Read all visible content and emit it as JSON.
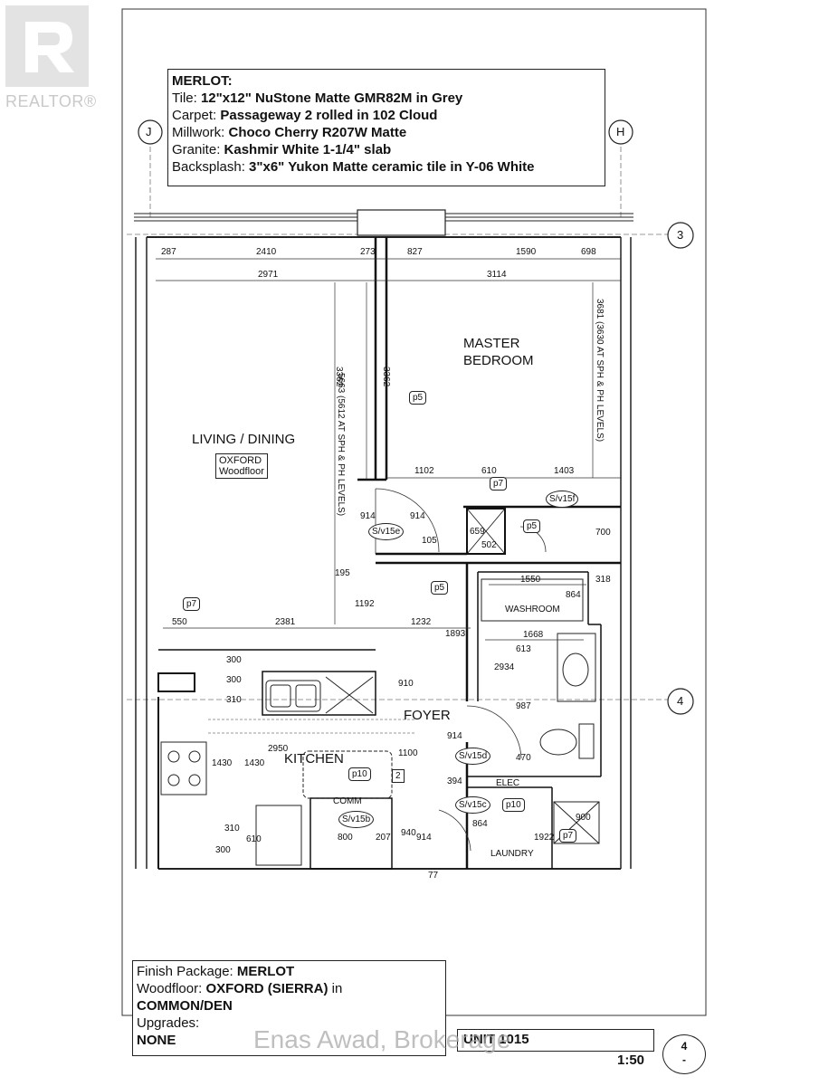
{
  "spec": {
    "title": "MERLOT:",
    "lines": [
      {
        "label": "Tile: ",
        "value": "12\"x12\" NuStone Matte GMR82M in Grey"
      },
      {
        "label": "Carpet: ",
        "value": "Passageway 2 rolled in 102 Cloud"
      },
      {
        "label": "Millwork: ",
        "value": "Choco Cherry R207W Matte"
      },
      {
        "label": "Granite: ",
        "value": "Kashmir White 1-1/4\" slab"
      },
      {
        "label": "Backsplash: ",
        "value": "3\"x6\" Yukon Matte ceramic tile in Y-06 White"
      }
    ]
  },
  "grid_markers": {
    "j": "J",
    "h": "H",
    "three": "3",
    "four": "4"
  },
  "rooms": {
    "master": [
      "MASTER",
      "BEDROOM"
    ],
    "living": "LIVING / DINING",
    "floor_note": [
      "OXFORD",
      "Woodfloor"
    ],
    "kitchen": "KITCHEN",
    "foyer": "FOYER",
    "washroom": "WASHROOM",
    "laundry": "LAUNDRY",
    "elec": "ELEC",
    "comm": "COMM"
  },
  "dimensions": {
    "top_row": [
      "287",
      "2410",
      "273",
      "827",
      "1590",
      "698"
    ],
    "second_row": [
      "2971",
      "3114"
    ],
    "vertical": [
      "3362",
      "3362",
      "5663 (5612 AT SPH & PH LEVELS)",
      "3681 (3630 AT SPH & PH LEVELS)"
    ],
    "mid": [
      "1102",
      "610",
      "1403",
      "914",
      "914",
      "105",
      "659",
      "502",
      "700",
      "195",
      "1192"
    ],
    "washroom": [
      "1550",
      "318",
      "864",
      "1668",
      "613",
      "2934",
      "987",
      "470"
    ],
    "row_550": [
      "550",
      "2381",
      "1232",
      "1893"
    ],
    "kitchen": [
      "300",
      "300",
      "310",
      "2950",
      "1430",
      "1430",
      "310",
      "610",
      "300",
      "910",
      "1100",
      "914",
      "394"
    ],
    "bottom": [
      "800",
      "207",
      "940",
      "914",
      "864",
      "1922",
      "900",
      "77"
    ]
  },
  "tags": [
    "p5",
    "p5",
    "p5",
    "p7",
    "p7",
    "p7",
    "p10",
    "p10",
    "S/v15f",
    "S/v15e",
    "S/v15d",
    "S/v15c",
    "S/v15b",
    "2"
  ],
  "finish": {
    "line1_label": "Finish Package: ",
    "line1_value": "MERLOT",
    "line2_label": "Woodfloor: ",
    "line2_value": "OXFORD (SIERRA)",
    "line2_suffix": " in",
    "line3_value": "COMMON/DEN",
    "line4_label": "Upgrades:",
    "line5_value": "NONE"
  },
  "unit": "UNIT 1015",
  "scale": "1:50",
  "sheet": {
    "num": "4",
    "sub": "-"
  },
  "logo_text": "REALTOR®",
  "watermark": "Enas Awad, Brokerage"
}
